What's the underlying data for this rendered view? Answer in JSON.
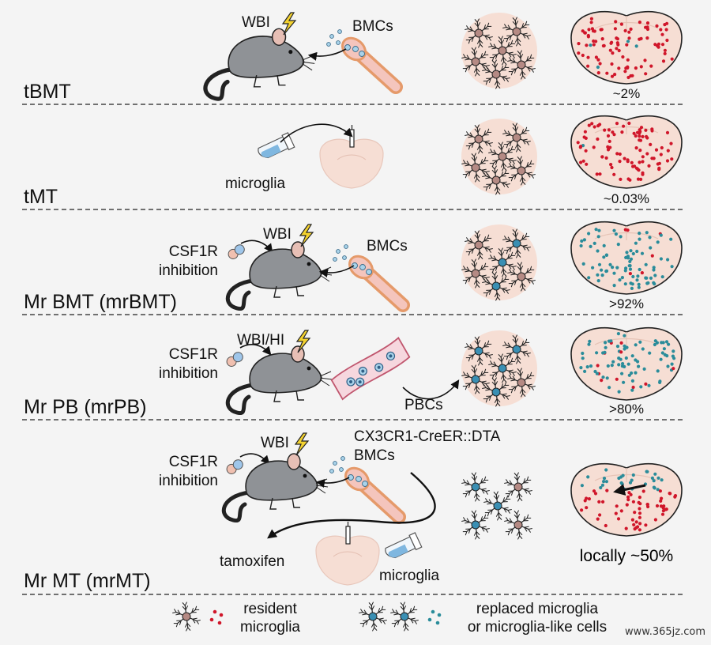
{
  "rows": [
    {
      "title": "tBMT",
      "percent": "~2%",
      "labels": {
        "radiation": "WBI",
        "cells": "BMCs"
      }
    },
    {
      "title": "tMT",
      "percent": "~0.03%",
      "labels": {
        "source": "microglia"
      }
    },
    {
      "title": "Mr BMT (mrBMT)",
      "percent": ">92%",
      "labels": {
        "drug": "CSF1R",
        "drug2": "inhibition",
        "radiation": "WBI",
        "cells": "BMCs"
      }
    },
    {
      "title": "Mr PB (mrPB)",
      "percent": ">80%",
      "labels": {
        "drug": "CSF1R",
        "drug2": "inhibition",
        "radiation": "WBI/HI",
        "cells": "PBCs"
      }
    },
    {
      "title": "Mr MT (mrMT)",
      "percent": "locally ~50%",
      "labels": {
        "drug": "CSF1R",
        "drug2": "inhibition",
        "radiation": "WBI",
        "donor": "CX3CR1-CreER::DTA",
        "cells": "BMCs",
        "tamoxifen": "tamoxifen",
        "source": "microglia"
      }
    }
  ],
  "legend": {
    "resident": "resident",
    "resident2": "microglia",
    "replaced": "replaced microglia",
    "replaced2": "or microglia-like cells"
  },
  "watermark": "www.365jz.com",
  "colors": {
    "resident": "#d0162a",
    "replaced": "#2a8c9a",
    "pink": "#f6ded4",
    "mouse": "#8f9296",
    "cell": "#b58a84"
  }
}
